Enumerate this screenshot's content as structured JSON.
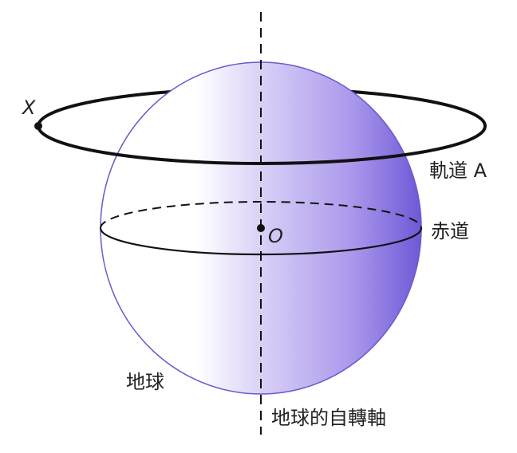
{
  "labels": {
    "point_x": "X",
    "orbit": "軌道 A",
    "equator": "赤道",
    "center": "O",
    "earth": "地球",
    "axis": "地球的自轉軸"
  },
  "colors": {
    "sphere_light": "#ffffff",
    "sphere_mid": "#b8a8ee",
    "sphere_dark": "#6f58d6",
    "line": "#111111",
    "text": "#222222"
  }
}
